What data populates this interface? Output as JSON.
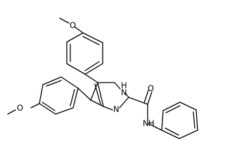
{
  "molecule": {
    "atom_labels": {
      "o_top": "O",
      "o_left": "O",
      "nh_ring": "H",
      "nh_ring_n": "N",
      "n_ring": "N",
      "o_carbonyl": "O",
      "n_amide": "N",
      "h_amide": "H"
    }
  }
}
